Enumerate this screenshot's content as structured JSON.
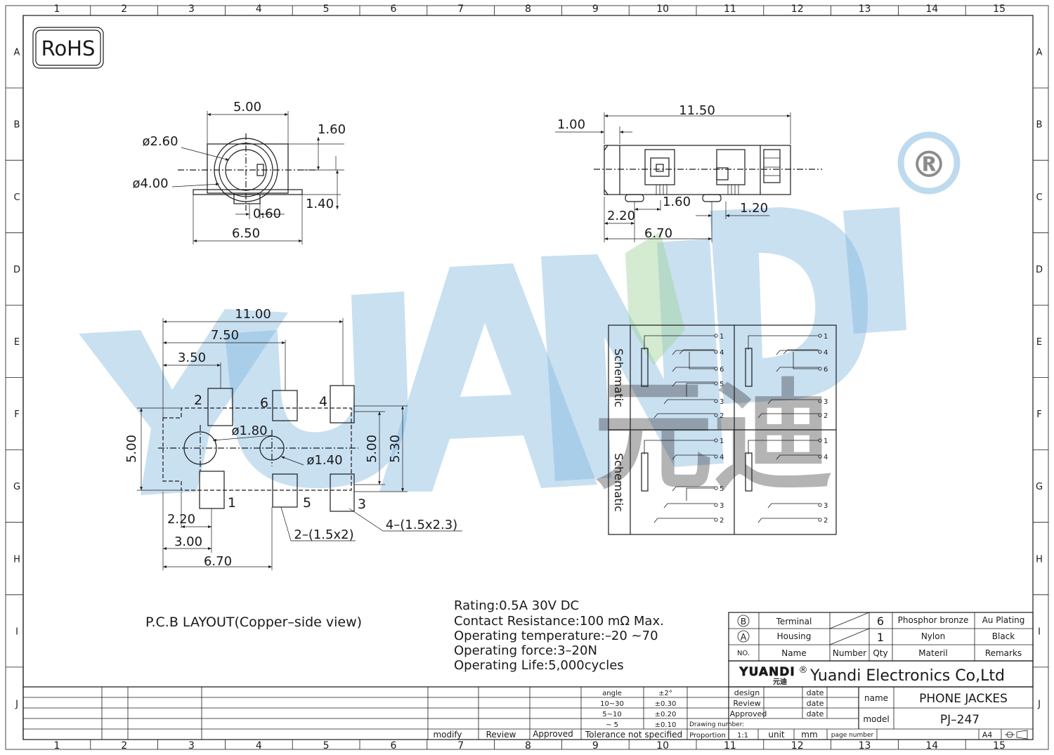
{
  "border": {
    "columns": [
      "1",
      "2",
      "3",
      "4",
      "5",
      "6",
      "7",
      "8",
      "9",
      "10",
      "11",
      "12",
      "13",
      "14",
      "15"
    ],
    "rows": [
      "A",
      "B",
      "C",
      "D",
      "E",
      "F",
      "G",
      "H",
      "I",
      "J"
    ]
  },
  "rohs_label": "RoHS",
  "watermark": {
    "brand": "YUANDI",
    "mark": "®",
    "cjk": "元迪"
  },
  "front_view": {
    "width": "5.00",
    "top_offset": "1.60",
    "inner_dia": "ø2.60",
    "outer_dia": "ø4.00",
    "pin_width": "0.60",
    "height_off": "1.40",
    "base_width": "6.50"
  },
  "side_view": {
    "length": "11.50",
    "tip": "1.00",
    "pitch_a": "1.60",
    "pitch_b": "1.20",
    "offset": "2.20",
    "span": "6.70"
  },
  "pcb": {
    "dims": {
      "d11": "11.00",
      "d75": "7.50",
      "d35": "3.50",
      "h500": "5.00",
      "r500": "5.00",
      "r530": "5.30",
      "hole_large": "ø1.80",
      "hole_small": "ø1.40",
      "d220": "2.20",
      "d300": "3.00",
      "d670": "6.70",
      "pad_small": "2–(1.5x2)",
      "pad_large": "4–(1.5x2.3)"
    },
    "pins": {
      "p2": "2",
      "p6": "6",
      "p4": "4",
      "p1": "1",
      "p5": "5",
      "p3": "3"
    },
    "caption": "P.C.B LAYOUT(Copper–side view)"
  },
  "schematic": {
    "label": "Schematic",
    "cell1_pins": [
      "1",
      "4",
      "6",
      "5",
      "3",
      "2"
    ],
    "cell2_pins": [
      "1",
      "4",
      "6",
      "3",
      "2"
    ],
    "cell3_pins": [
      "1",
      "4",
      "5",
      "3",
      "2"
    ],
    "cell4_pins": [
      "1",
      "4",
      "3",
      "2"
    ]
  },
  "specs": [
    "Rating:0.5A  30V  DC",
    "Contact  Resistance:100  mΩ  Max.",
    "Operating  temperature:–20    ~70",
    "Operating  force:3–20N",
    "Operating  Life:5,000cycles"
  ],
  "bom": {
    "rows": [
      {
        "mark": "B",
        "name": "Terminal",
        "qty": "6",
        "material": "Phosphor bronze",
        "remarks": "Au Plating"
      },
      {
        "mark": "A",
        "name": "Housing",
        "qty": "1",
        "material": "Nylon",
        "remarks": "Black"
      }
    ],
    "header": {
      "no": "NO.",
      "name": "Name",
      "number": "Number",
      "qty": "Qty",
      "material": "Materil",
      "remarks": "Remarks"
    }
  },
  "company": {
    "logo": "YUANDI",
    "logo_cjk": "元迪",
    "reg": "®",
    "name": "Yuandi Electronics Co,Ltd"
  },
  "title_block": {
    "design": "design",
    "review": "Review",
    "approved": "Approved",
    "date": "date",
    "name_label": "name",
    "name_value": "PHONE  JACKES",
    "model_label": "model",
    "model_value": "PJ–247",
    "drawing_number": "Drawing number:",
    "proportion": "Proportion",
    "proportion_value": "1:1",
    "unit": "unit",
    "unit_value": "mm",
    "page_number": "page number",
    "sheet": "A4"
  },
  "tolerance": {
    "rows": [
      {
        "range": "angle",
        "tol": "±2°"
      },
      {
        "range": "10~30",
        "tol": "±0.30"
      },
      {
        "range": "5~10",
        "tol": "±0.20"
      },
      {
        "range": "~ 5",
        "tol": "±0.10"
      }
    ],
    "caption": "Tolerance  not  specified"
  },
  "revision": {
    "modify": "modify",
    "review": "Review",
    "approved": "Approved"
  }
}
